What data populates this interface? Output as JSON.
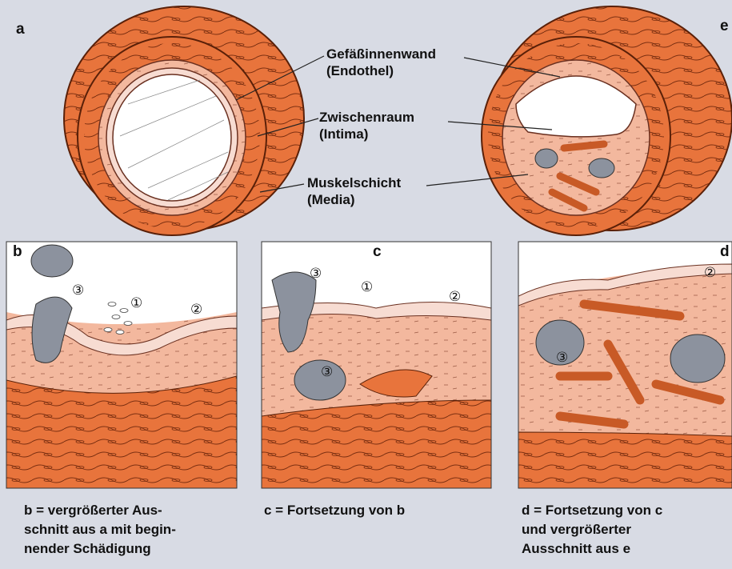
{
  "panel_letters": {
    "a": "a",
    "e": "e",
    "b": "b",
    "c": "c",
    "d": "d"
  },
  "labels": {
    "endothel": "Gefäßinnenwand\n(Endothel)",
    "intima": "Zwischenraum\n(Intima)",
    "media": "Muskelschicht\n(Media)"
  },
  "markers": {
    "one": "①",
    "two": "②",
    "three": "③"
  },
  "captions": {
    "b": "b = vergrößerter Aus-\nschnitt aus a mit begin-\nnender Schädigung",
    "c": "c = Fortsetzung von b",
    "d": "d = Fortsetzung von c\nund vergrößerter\nAusschnitt aus e"
  },
  "colors": {
    "background": "#d8dbe4",
    "muscle": "#e8743c",
    "muscle_dark": "#c85a26",
    "intima": "#f3b89e",
    "endothel": "#f7dcd2",
    "cell_gray": "#8c929e",
    "lumen": "#ffffff"
  }
}
